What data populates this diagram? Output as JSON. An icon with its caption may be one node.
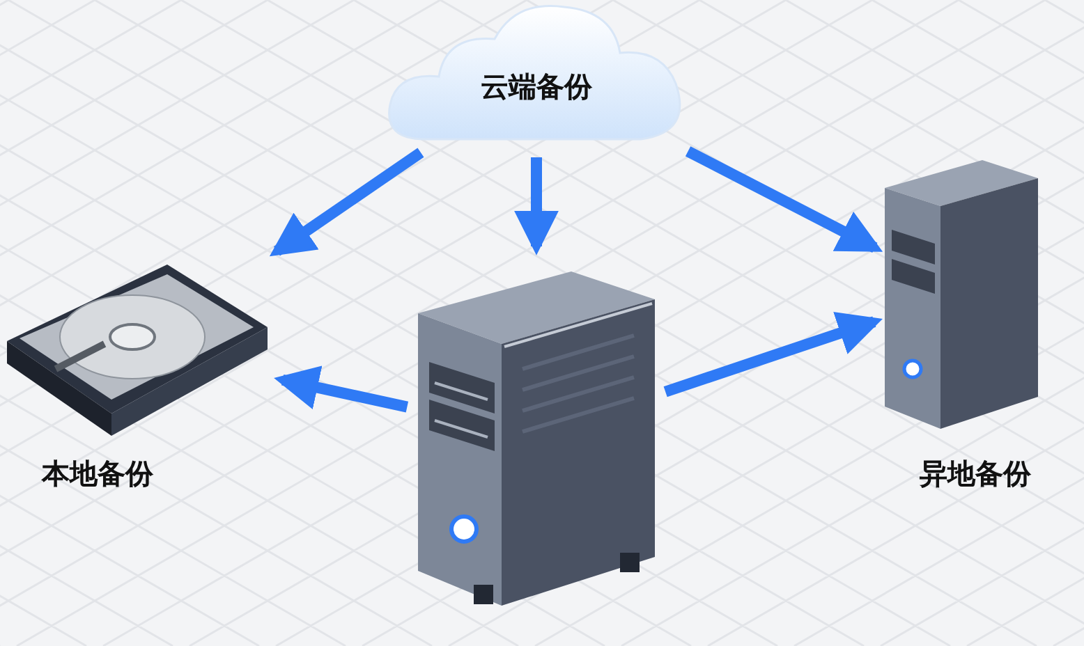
{
  "diagram": {
    "nodes": [
      {
        "text": [
          "云端备份"
        ]
      },
      {
        "text": [
          "本地备份"
        ]
      },
      {
        "text": [],
        "shape": "picture"
      },
      {
        "text": [
          "异地备份"
        ]
      }
    ],
    "edges": [
      {
        "from": 0,
        "to": 1,
        "arrow": "to"
      },
      {
        "from": 0,
        "to": 2,
        "arrow": "to"
      },
      {
        "from": 0,
        "to": 3,
        "arrow": "to"
      },
      {
        "from": 2,
        "to": 1,
        "arrow": "to"
      },
      {
        "from": 2,
        "to": 3,
        "arrow": "to"
      }
    ]
  }
}
